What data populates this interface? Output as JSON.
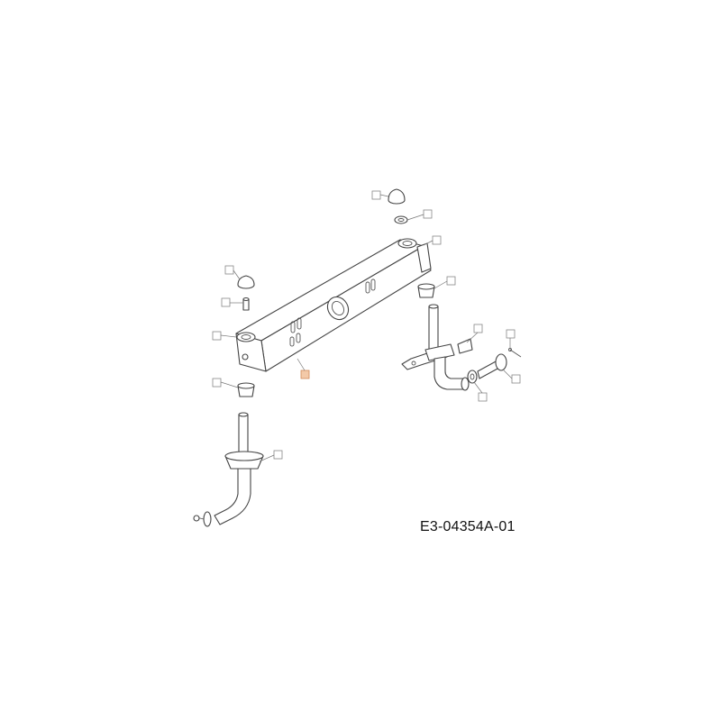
{
  "drawing": {
    "code": "E3-04354A-01"
  },
  "colors": {
    "background": "#ffffff",
    "line": "#444444",
    "highlight": "#f3c9a8"
  },
  "parts": [
    "front-axle-beam",
    "left-spindle",
    "right-spindle",
    "pivot-bushing",
    "dust-cap",
    "flange-bushing",
    "axle-bolt",
    "washer",
    "cotter-pin",
    "steering-arm"
  ]
}
